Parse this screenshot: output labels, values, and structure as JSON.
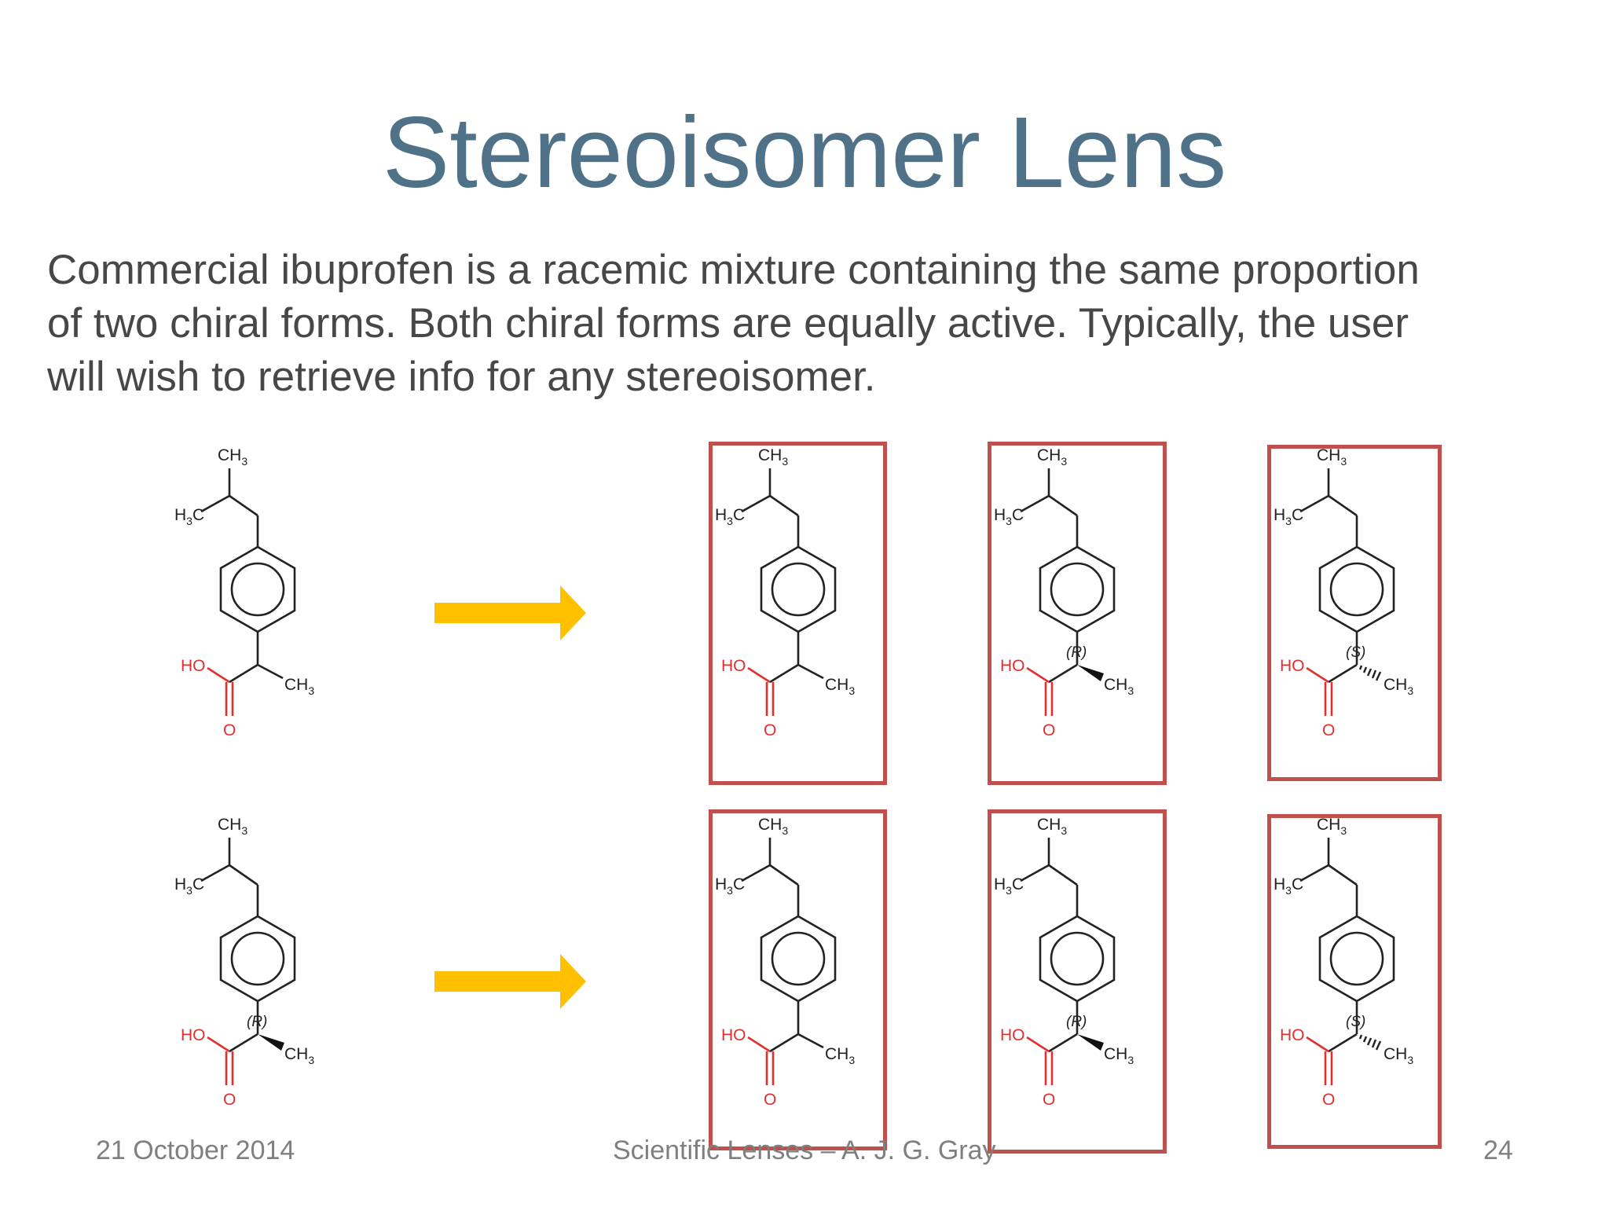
{
  "slide": {
    "title": "Stereoisomer Lens",
    "body_lines": [
      "Commercial ibuprofen is a racemic mixture containing the same proportion",
      "of two chiral forms. Both chiral forms are equally active. Typically, the user",
      "will wish to retrieve info for any stereoisomer."
    ]
  },
  "molecules": {
    "labels": {
      "ch3": "CH",
      "sub3": "3",
      "h3c_h": "H",
      "h3c_c": "C",
      "ho": "HO",
      "o": "O",
      "r": "(R)",
      "s": "(S)"
    },
    "rows": [
      {
        "input": "racemic",
        "outputs": [
          "racemic",
          "R",
          "S"
        ]
      },
      {
        "input": "R",
        "outputs": [
          "racemic",
          "R",
          "S"
        ]
      }
    ]
  },
  "colors": {
    "title": "#4f7289",
    "text": "#474747",
    "arrow": "#ffc000",
    "box": "#c0504d",
    "heteroatom": "#e03030"
  },
  "footer": {
    "date": "21 October 2014",
    "center": "Scientific Lenses – A. J. G. Gray",
    "page": "24"
  }
}
